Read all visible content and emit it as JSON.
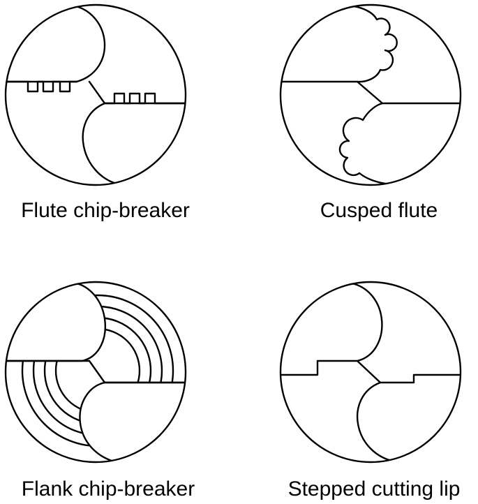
{
  "figure": {
    "panels": [
      {
        "id": "flute-chip-breaker",
        "caption": "Flute chip-breaker"
      },
      {
        "id": "cusped-flute",
        "caption": "Cusped flute"
      },
      {
        "id": "flank-chip-breaker",
        "caption": "Flank chip-breaker"
      },
      {
        "id": "stepped-cutting-lip",
        "caption": "Stepped cutting lip"
      }
    ]
  }
}
